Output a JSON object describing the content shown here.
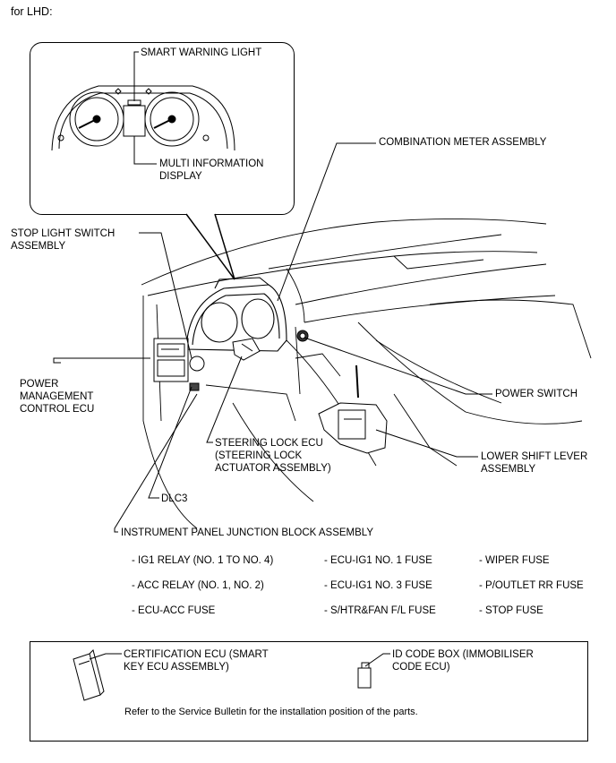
{
  "header": "for LHD:",
  "labels": {
    "smart_warning_light": "SMART WARNING LIGHT",
    "multi_info_display": "MULTI INFORMATION\nDISPLAY",
    "combination_meter": "COMBINATION METER ASSEMBLY",
    "stop_light_switch": "STOP LIGHT SWITCH\nASSEMBLY",
    "power_management_ecu": "POWER\nMANAGEMENT\nCONTROL ECU",
    "power_switch": "POWER SWITCH",
    "steering_lock_ecu": "STEERING LOCK ECU\n(STEERING LOCK\nACTUATOR ASSEMBLY)",
    "lower_shift_lever": "LOWER SHIFT LEVER\nASSEMBLY",
    "dlc3": "DLC3",
    "junction_block": "INSTRUMENT PANEL JUNCTION BLOCK ASSEMBLY"
  },
  "fuse_list": [
    [
      "- IG1 RELAY (NO. 1 TO NO. 4)",
      "- ECU-IG1 NO. 1 FUSE",
      "- WIPER FUSE"
    ],
    [
      "- ACC RELAY (NO. 1, NO. 2)",
      "- ECU-IG1 NO. 3 FUSE",
      "- P/OUTLET RR FUSE"
    ],
    [
      "- ECU-ACC FUSE",
      "- S/HTR&FAN F/L FUSE",
      "- STOP FUSE"
    ]
  ],
  "bottom_box": {
    "certification_ecu": "CERTIFICATION ECU (SMART\nKEY ECU ASSEMBLY)",
    "id_code_box": "ID CODE BOX (IMMOBILISER\nCODE ECU)",
    "note": "Refer to the Service Bulletin for the installation position of the parts."
  }
}
